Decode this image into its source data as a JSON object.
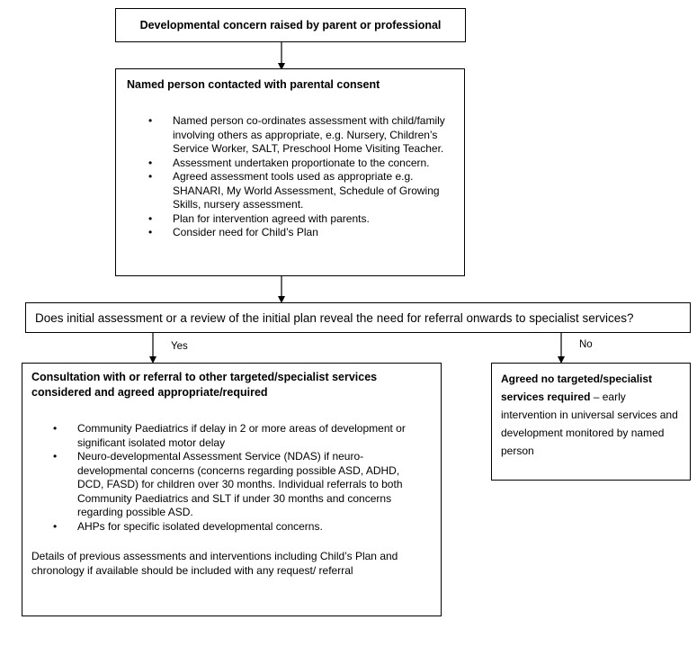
{
  "box1": {
    "title": "Developmental concern raised by parent or professional"
  },
  "box2": {
    "title": "Named person contacted with parental consent",
    "bullets": [
      "Named person co-ordinates assessment with child/family involving others as appropriate, e.g. Nursery, Children’s Service Worker, SALT, Preschool Home Visiting Teacher.",
      "Assessment undertaken proportionate to the concern.",
      "Agreed assessment tools used as appropriate e.g. SHANARI, My World Assessment, Schedule of Growing Skills, nursery assessment.",
      "Plan for intervention agreed with parents.",
      "Consider need for Child’s Plan"
    ]
  },
  "question": {
    "text": "Does initial assessment or a review of the initial plan reveal the need for referral onwards to specialist services?"
  },
  "branches": {
    "yes": "Yes",
    "no": "No"
  },
  "box_yes": {
    "title": "Consultation with or referral to other targeted/specialist services considered and agreed appropriate/required",
    "bullets": [
      "Community Paediatrics if delay in 2 or more areas of development or significant isolated motor delay",
      "Neuro-developmental Assessment Service (NDAS) if neuro-developmental concerns (concerns regarding possible ASD, ADHD, DCD, FASD) for children over 30 months. Individual referrals to both Community Paediatrics and SLT if under 30 months and concerns regarding possible ASD.",
      "AHPs for specific isolated developmental concerns."
    ],
    "footer": "Details of previous assessments and interventions including Child’s Plan and chronology if available should be included with any request/ referral"
  },
  "box_no": {
    "bold": "Agreed no targeted/specialist services required",
    "rest": " – early intervention in universal services and development monitored by named person"
  }
}
